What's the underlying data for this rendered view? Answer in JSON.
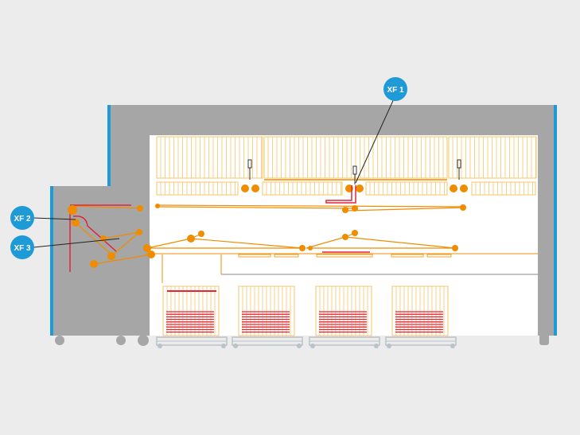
{
  "colors": {
    "background": "#ececec",
    "housing": "#a6a6a6",
    "housing_edge": "#1e9ad6",
    "interior": "#ffffff",
    "belt": "#f08c00",
    "belt_light": "#f7c46a",
    "heater": "#e2253a",
    "callout": "#1e9ad6",
    "leader": "#222222",
    "cart": "#b9c2c9"
  },
  "callouts": [
    {
      "id": "xf1",
      "label": "XF 1"
    },
    {
      "id": "xf2",
      "label": "XF 2"
    },
    {
      "id": "xf3",
      "label": "XF 3"
    }
  ]
}
